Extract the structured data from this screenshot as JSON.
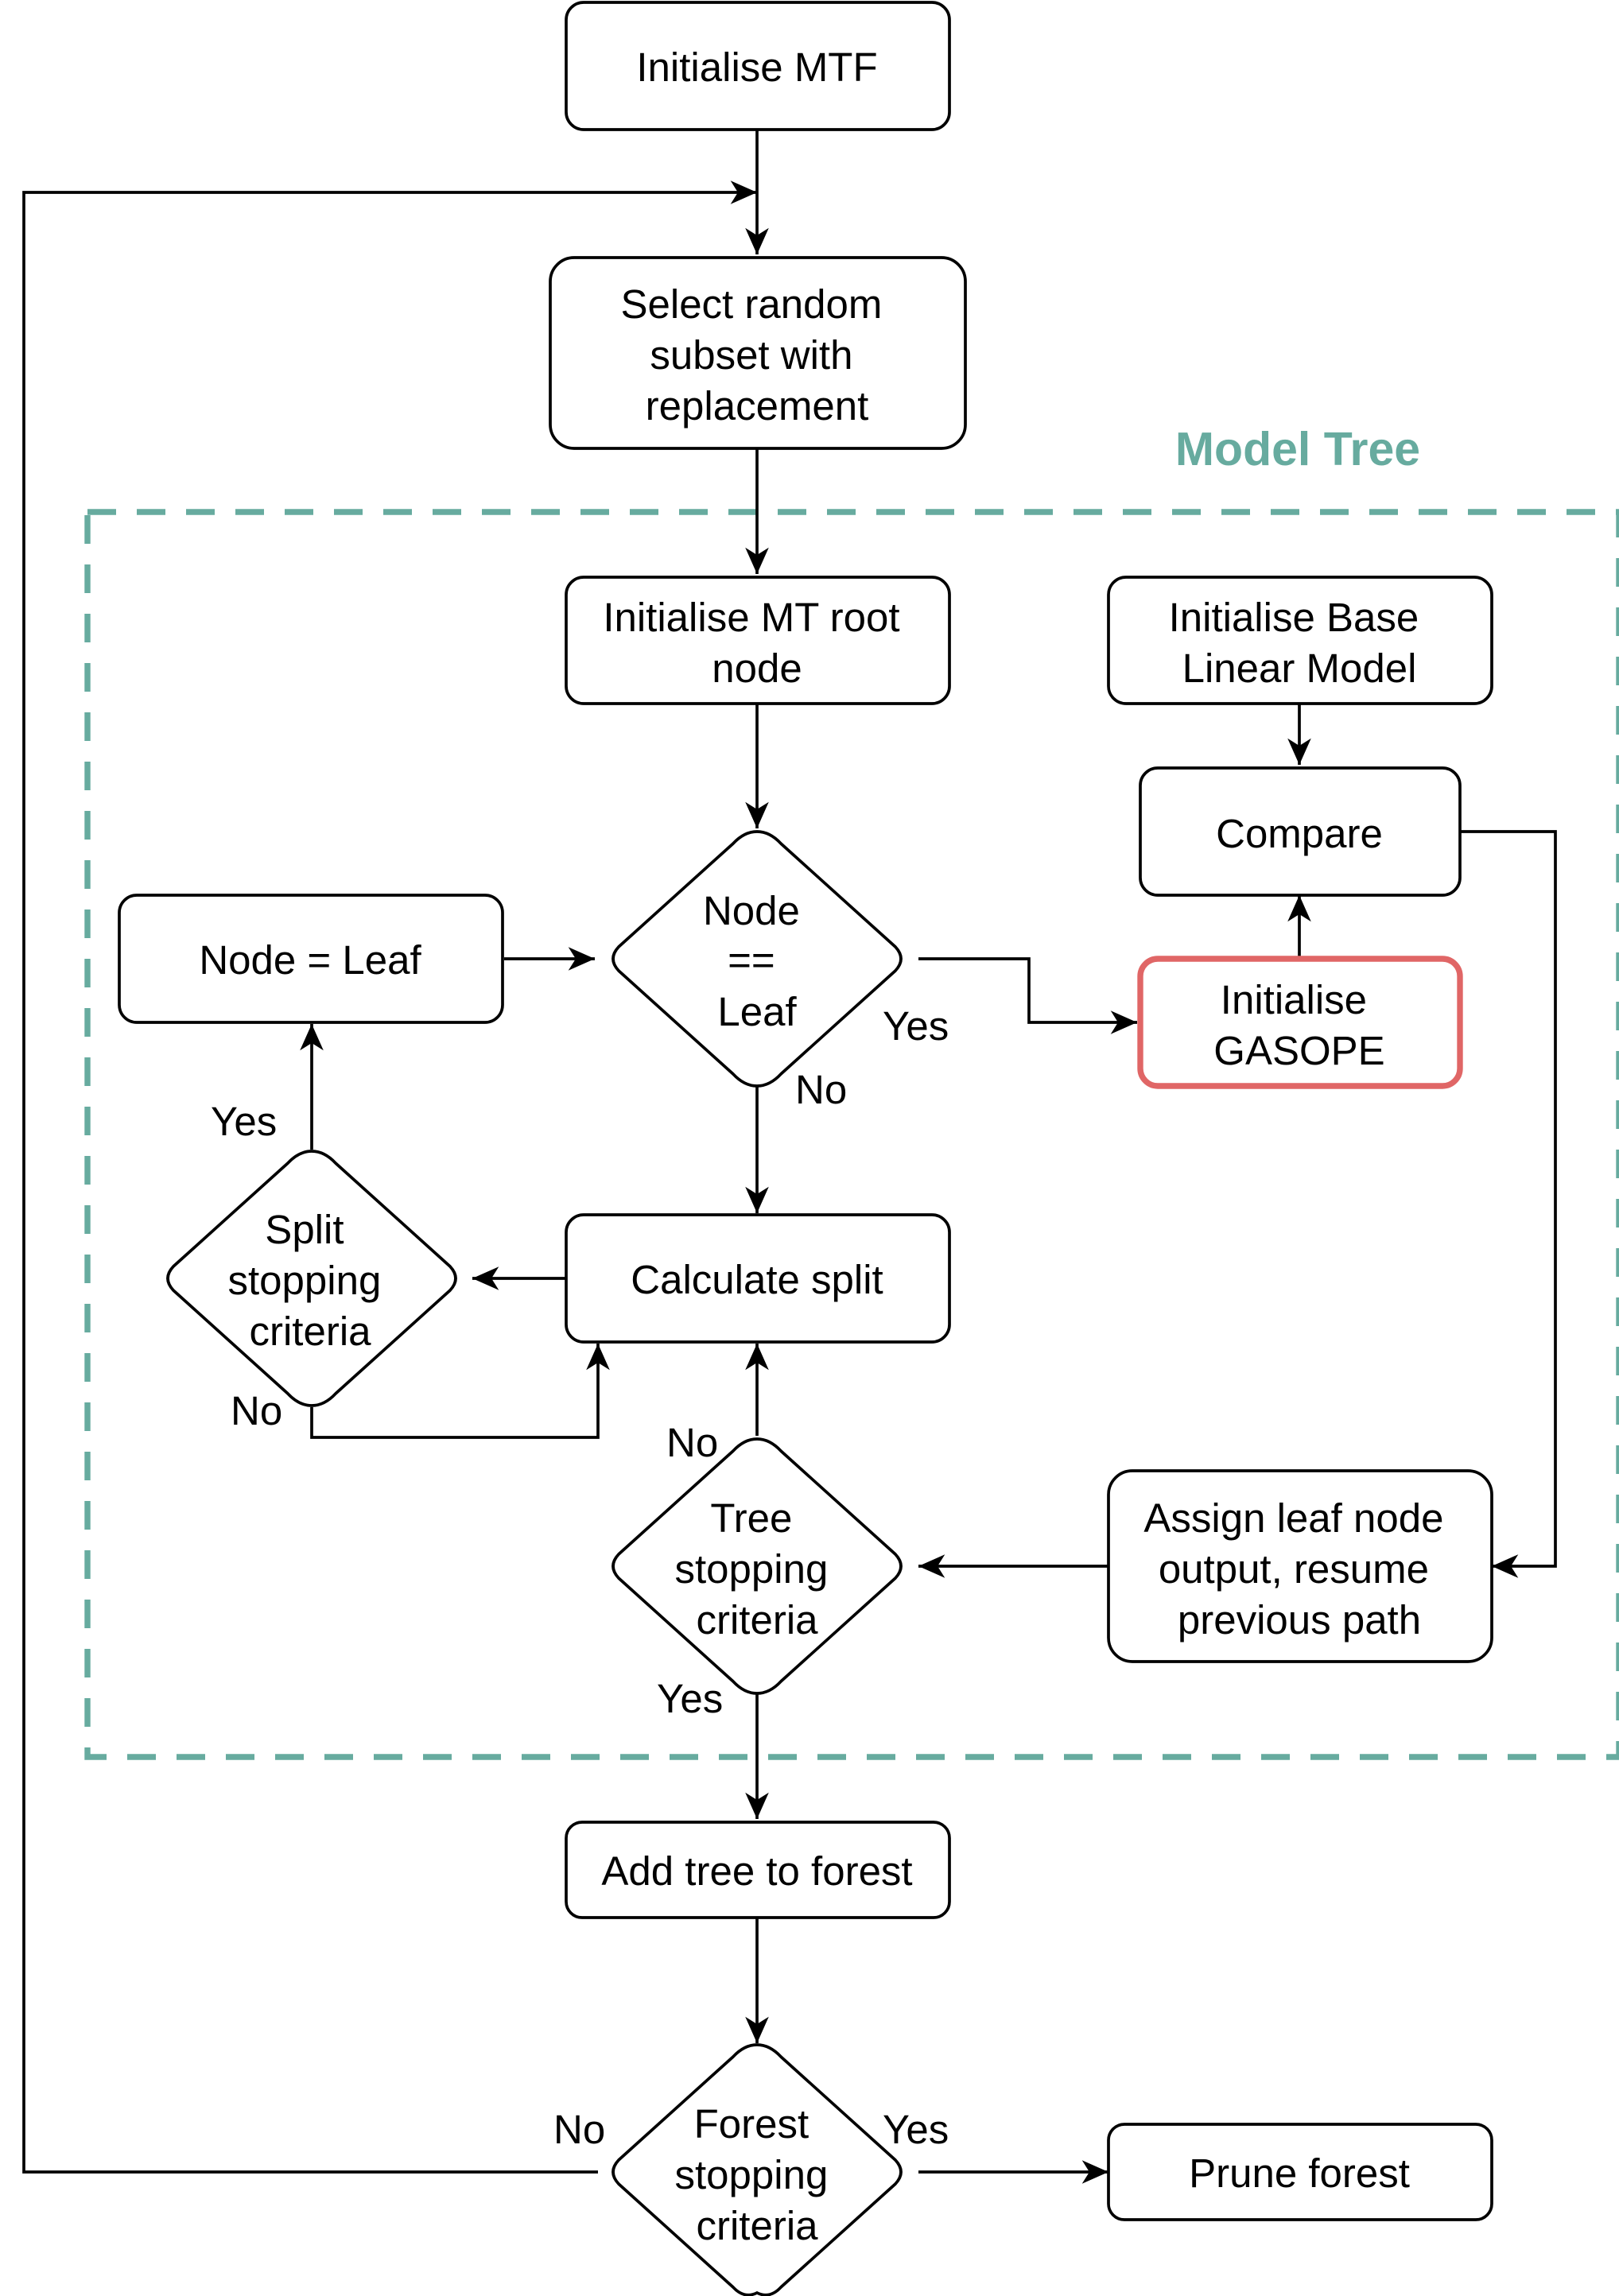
{
  "colors": {
    "region": "#67ab9f",
    "highlight": "#e06666",
    "stroke": "#000000",
    "background": "#ffffff"
  },
  "region": {
    "title": "Model Tree"
  },
  "nodes": {
    "initialise_mtf": {
      "lines": [
        "Initialise MTF"
      ]
    },
    "select_subset": {
      "lines": [
        "Select random",
        "subset with",
        "replacement"
      ]
    },
    "initialise_root": {
      "lines": [
        "Initialise MT root",
        "node"
      ]
    },
    "initialise_base": {
      "lines": [
        "Initialise Base",
        "Linear Model"
      ]
    },
    "compare": {
      "lines": [
        "Compare"
      ]
    },
    "node_leaf_decision": {
      "lines": [
        "Node",
        "==",
        "Leaf"
      ]
    },
    "node_equals_leaf": {
      "lines": [
        "Node = Leaf"
      ]
    },
    "initialise_gasope": {
      "lines": [
        "Initialise",
        "GASOPE"
      ]
    },
    "split_stopping": {
      "lines": [
        "Split",
        "stopping",
        "criteria"
      ]
    },
    "calculate_split": {
      "lines": [
        "Calculate split"
      ]
    },
    "tree_stopping": {
      "lines": [
        "Tree",
        "stopping",
        "criteria"
      ]
    },
    "assign_leaf": {
      "lines": [
        "Assign leaf node",
        "output, resume",
        "previous path"
      ]
    },
    "add_tree": {
      "lines": [
        "Add tree to forest"
      ]
    },
    "forest_stopping": {
      "lines": [
        "Forest",
        "stopping",
        "criteria"
      ]
    },
    "prune_forest": {
      "lines": [
        "Prune forest"
      ]
    }
  },
  "edge_labels": {
    "node_leaf_yes": "Yes",
    "node_leaf_no": "No",
    "split_yes": "Yes",
    "split_no": "No",
    "tree_no": "No",
    "tree_yes": "Yes",
    "forest_no": "No",
    "forest_yes": "Yes"
  }
}
